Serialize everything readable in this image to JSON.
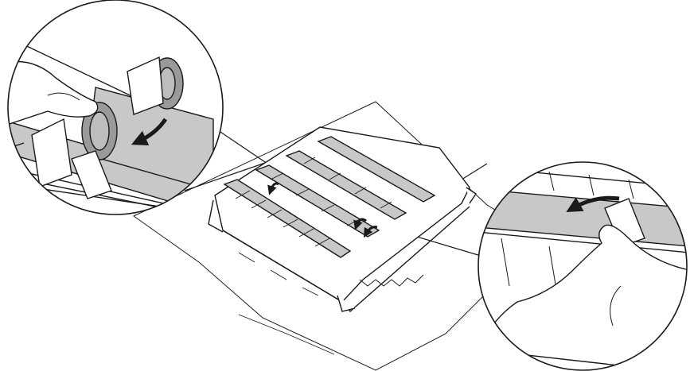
{
  "figure": {
    "subject": "drum-unit",
    "views": [
      {
        "id": "left",
        "icon": "rotate-arrow-icon",
        "direction": "down"
      },
      {
        "id": "right",
        "icon": "rotate-arrow-icon",
        "direction": "down"
      }
    ],
    "main_arrows": 3
  },
  "colors": {
    "line": "#1a1a1a",
    "drum_fill": "#c8c8c8",
    "paper": "#ffffff",
    "background": "#ffffff"
  }
}
